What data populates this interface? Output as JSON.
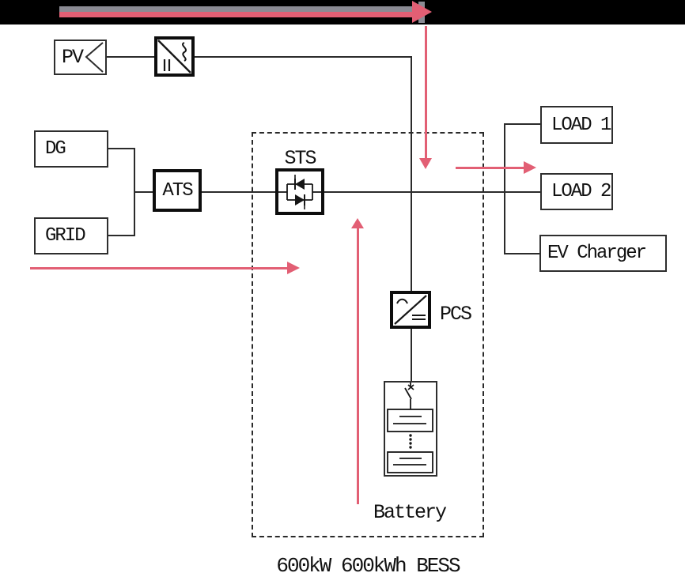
{
  "diagram": {
    "title_caption": "600kW 600kWh BESS",
    "nodes": {
      "pv": {
        "label": "PV",
        "icon": "pv-chevron-icon"
      },
      "inverter": {
        "icon": "dc-ac-inverter-icon"
      },
      "dg": {
        "label": "DG"
      },
      "grid": {
        "label": "GRID"
      },
      "ats": {
        "label": "ATS"
      },
      "sts": {
        "label": "STS",
        "icon": "antiparallel-thyristor-icon"
      },
      "pcs": {
        "label": "PCS",
        "icon": "ac-dc-converter-icon"
      },
      "battery": {
        "label": "Battery",
        "icon": "battery-stack-icon"
      },
      "load1": {
        "label": "LOAD 1"
      },
      "load2": {
        "label": "LOAD 2"
      },
      "ev_charger": {
        "label": "EV Charger"
      }
    },
    "colors": {
      "flow_arrow_pink": "#e25f74",
      "flow_arrow_gray": "#8b8b94",
      "wire": "#2b2b2b",
      "header_bar": "#000000"
    }
  }
}
